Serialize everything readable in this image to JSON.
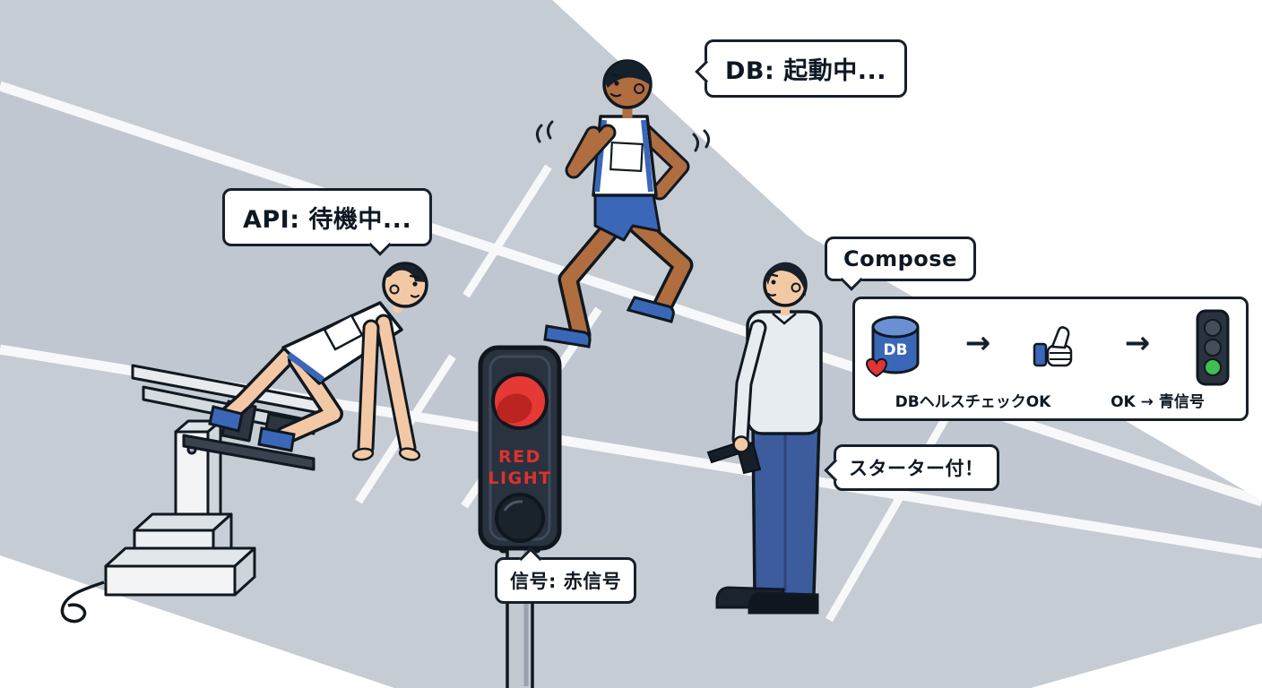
{
  "bubbles": {
    "db": {
      "text": "DB: 起動中..."
    },
    "api": {
      "text": "API: 待機中..."
    },
    "compose": {
      "text": "Compose"
    },
    "starter": {
      "text": "スターター付！"
    },
    "signal": {
      "text": "信号: 赤信号"
    }
  },
  "traffic_light": {
    "line1": "RED",
    "line2": "LIGHT",
    "lit": "red"
  },
  "panel": {
    "db_label": "DB",
    "arrow_glyph": "→",
    "caption_left": "DBヘルスチェックOK",
    "caption_right": "OK → 青信号",
    "icons": [
      "db-cylinder-heart-icon",
      "arrow-right-icon",
      "thumbs-up-icon",
      "arrow-right-icon",
      "traffic-light-green-icon"
    ],
    "mini_light_lit": "green"
  },
  "colors": {
    "track": "#c6ccd4",
    "lane_line": "#f7f8fa",
    "outline": "#101820",
    "red": "#e0312e",
    "green": "#3fbf4f",
    "blue": "#3a67b8",
    "denim": "#3d5c9e",
    "skin_light": "#f3c9a5",
    "skin_dark": "#b06d3f",
    "offtrack": "#ffffff"
  }
}
